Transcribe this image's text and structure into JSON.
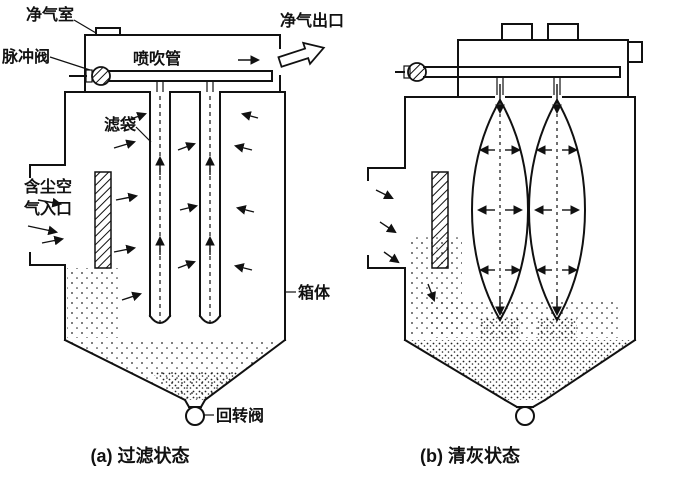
{
  "figure": {
    "background": "#ffffff",
    "ink": "#111111",
    "labels": {
      "clean_air_chamber": "净气室",
      "pulse_valve": "脉冲阀",
      "blow_pipe": "喷吹管",
      "clean_air_outlet": "净气出口",
      "filter_bag": "滤袋",
      "dusty_air_inlet_line1": "含尘空",
      "dusty_air_inlet_line2": "气入口",
      "housing": "箱体",
      "rotary_valve": "回转阀"
    },
    "captions": {
      "a": "(a) 过滤状态",
      "b": "(b) 清灰状态"
    }
  }
}
